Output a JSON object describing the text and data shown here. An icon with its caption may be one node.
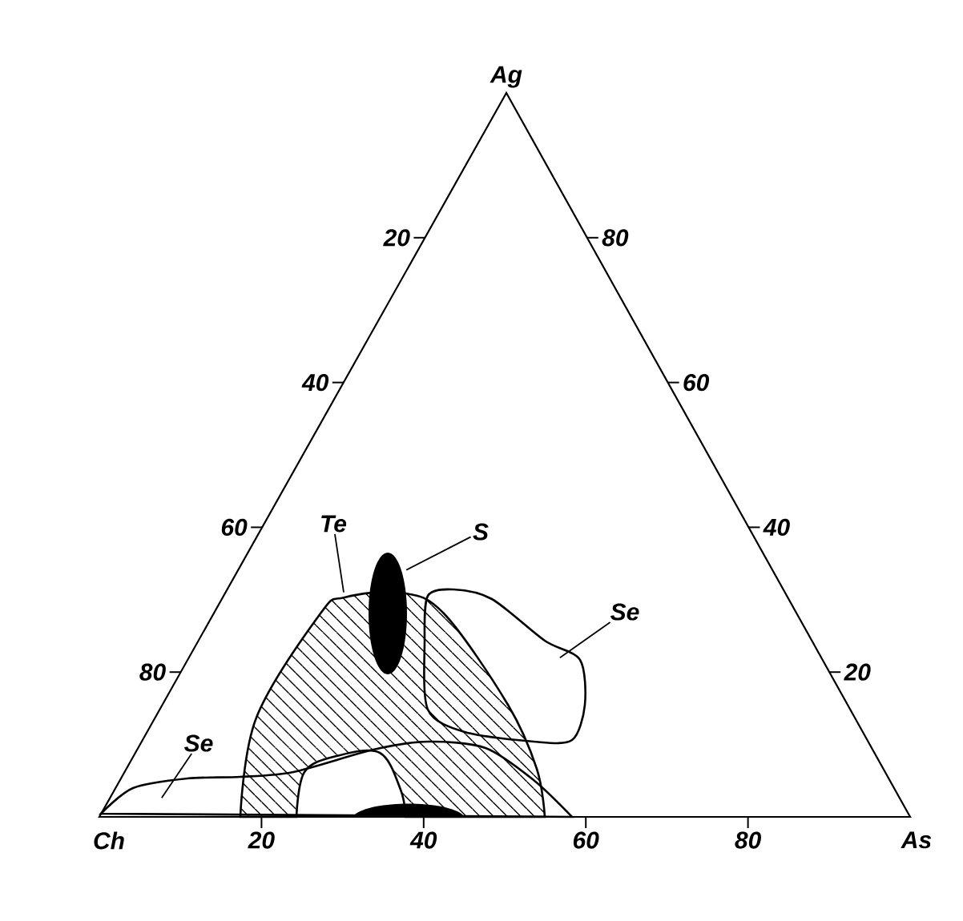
{
  "diagram": {
    "nodes": [
      {
        "text": [
          "Te"
        ]
      },
      {
        "text": [
          "S"
        ]
      },
      {
        "text": [
          "Se"
        ]
      },
      {
        "text": [
          "Se"
        ]
      },
      {
        "text": [],
        "shape": "area"
      },
      {
        "text": [],
        "shape": "ellipse"
      },
      {
        "text": [],
        "shape": "area"
      },
      {
        "text": [],
        "shape": "area"
      },
      {
        "text": [],
        "shape": "area"
      }
    ],
    "edges": [
      {
        "from": 0,
        "to": 4,
        "arrow": "none"
      },
      {
        "from": 1,
        "to": 5,
        "arrow": "none"
      },
      {
        "from": 2,
        "to": 6,
        "arrow": "none"
      },
      {
        "from": 3,
        "to": 7,
        "arrow": "none"
      }
    ],
    "labels": [
      "Ag",
      "20",
      "80",
      "40",
      "60",
      "60",
      "40",
      "80",
      "20",
      "Ch",
      "20",
      "40",
      "60",
      "80",
      "As"
    ]
  }
}
